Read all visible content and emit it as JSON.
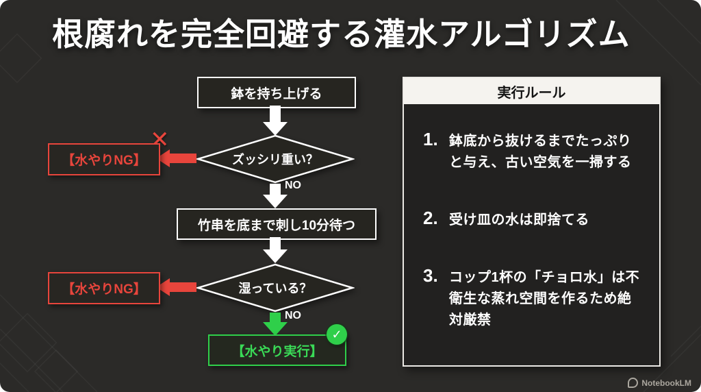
{
  "title": "根腐れを完全回避する灌水アルゴリズム",
  "flowchart": {
    "start": "鉢を持ち上げる",
    "decision1": "ズッシリ重い？",
    "ng1": "【水やりNG】",
    "process2": "竹串を底まで刺し10分待つ",
    "decision2": "湿っている？",
    "ng2": "【水やりNG】",
    "final": "【水やり実行】",
    "no_label": "NO"
  },
  "rules": {
    "header": "実行ルール",
    "items": [
      {
        "num": "1.",
        "text": "鉢底から抜けるまでたっぷりと与え、古い空気を一掃する"
      },
      {
        "num": "2.",
        "text": "受け皿の水は即捨てる"
      },
      {
        "num": "3.",
        "text": "コップ1杯の「チョロ水」は不衛生な蒸れ空間を作るため絶対厳禁"
      }
    ]
  },
  "icons": {
    "cross": "✕",
    "check": "✓"
  },
  "footer": {
    "brand": "NotebookLM"
  },
  "colors": {
    "background": "#2b2a28",
    "red": "#e8453c",
    "green": "#2fcf4a"
  }
}
